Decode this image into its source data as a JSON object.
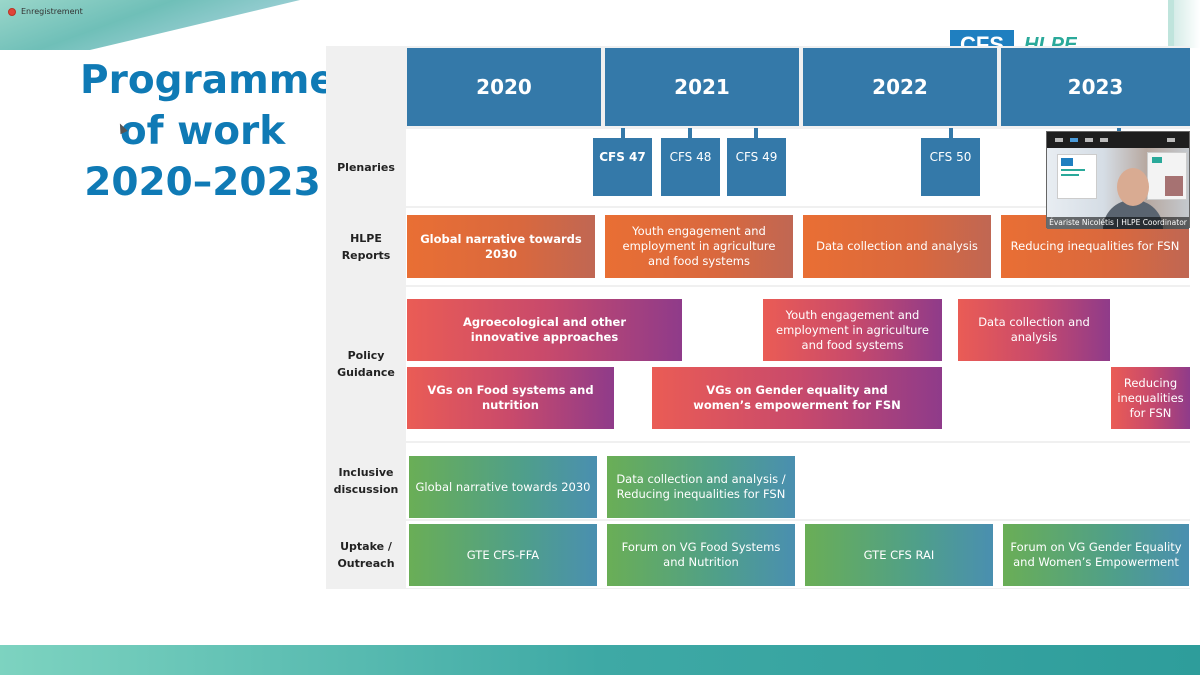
{
  "recording": {
    "label": "Enregistrement"
  },
  "title": {
    "line1": "Programme",
    "line2": "of work",
    "line3": "2020–2023"
  },
  "logo": {
    "cfs": "CFS",
    "hlpe": "HLPE"
  },
  "years": [
    "2020",
    "2021",
    "2022",
    "2023"
  ],
  "rows": {
    "plenaries": "Plenaries",
    "hlpe_reports": "HLPE Reports",
    "policy_guidance": "Policy Guidance",
    "inclusive_discussion": "Inclusive discussion",
    "uptake_outreach": "Uptake / Outreach"
  },
  "plenaries": [
    "CFS 47",
    "CFS 48",
    "CFS 49",
    "CFS 50"
  ],
  "hlpe_reports": [
    "Global narrative towards 2030",
    "Youth engagement and employment in agriculture and food systems",
    "Data collection and analysis",
    "Reducing inequalities for FSN"
  ],
  "policy_guidance": [
    "Agroecological and other innovative approaches",
    "Youth engagement and employment in agriculture and food systems",
    "Data collection and analysis",
    "VGs on Food systems and nutrition",
    "VGs on Gender equality and women’s empowerment for FSN",
    "Reducing inequalities for FSN"
  ],
  "inclusive_discussion": [
    "Global narrative towards 2030",
    "Data collection and analysis / Reducing inequalities for FSN"
  ],
  "uptake_outreach": [
    "GTE CFS-FFA",
    "Forum on VG Food Systems and Nutrition",
    "GTE CFS RAI",
    "Forum on VG Gender Equality and Women’s Empowerment"
  ],
  "video": {
    "name": "Évariste Nicolétis | HLPE Coordinator"
  },
  "colors": {
    "title": "#0f7ab5",
    "year_header": "#3479a9",
    "hlpe_orange": "#e96f34",
    "policy_red": "#ea5c55",
    "policy_purple": "#8f3b8a",
    "inclusive_green": "#6aae56",
    "inclusive_blue": "#4a8fb0",
    "bottom_bar": "#3ea9a5"
  }
}
